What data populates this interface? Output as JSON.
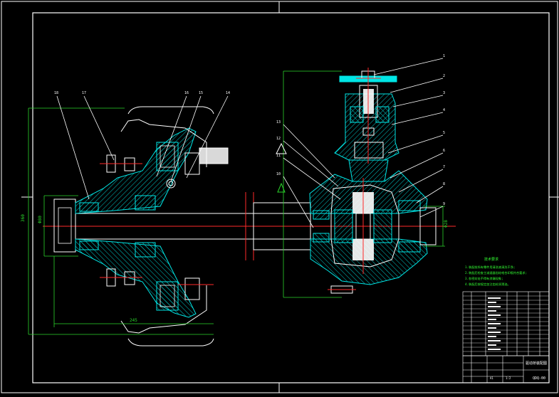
{
  "drawing": {
    "background": "#000000",
    "colors": {
      "frame": "#ffffff",
      "section": "#00e5e5",
      "hatch": "#00cccc",
      "center": "#ff2a2a",
      "dimension": "#2bd42b",
      "leader": "#ffffff",
      "note": "#33ff33",
      "title_block": "#ffffff"
    },
    "balloons": [
      "1",
      "2",
      "3",
      "4",
      "5",
      "6",
      "7",
      "8",
      "9"
    ],
    "left_balloons": [
      "18",
      "17",
      "16",
      "15",
      "14"
    ],
    "mid_balloons": [
      "13",
      "12",
      "11",
      "10"
    ],
    "dimensions": {
      "left_overall": "360",
      "left_bore": "Φ80",
      "left_bottom": "245",
      "right_height": "Φ28"
    },
    "notes": {
      "title": "技术要求",
      "lines": [
        "1.装配前所有零件用清洗液清洗干净;",
        "2.装配后检查主减速器齿轮啮合印痕符合要求;",
        "3.各密封处不得有渗漏现象;",
        "4.装配后按规定加注齿轮润滑油。"
      ]
    },
    "title_block": {
      "drawing_name": "驱动桥装配图",
      "drawing_no": "QDQ-00",
      "scale": "1:2",
      "sheet": "A1"
    }
  }
}
